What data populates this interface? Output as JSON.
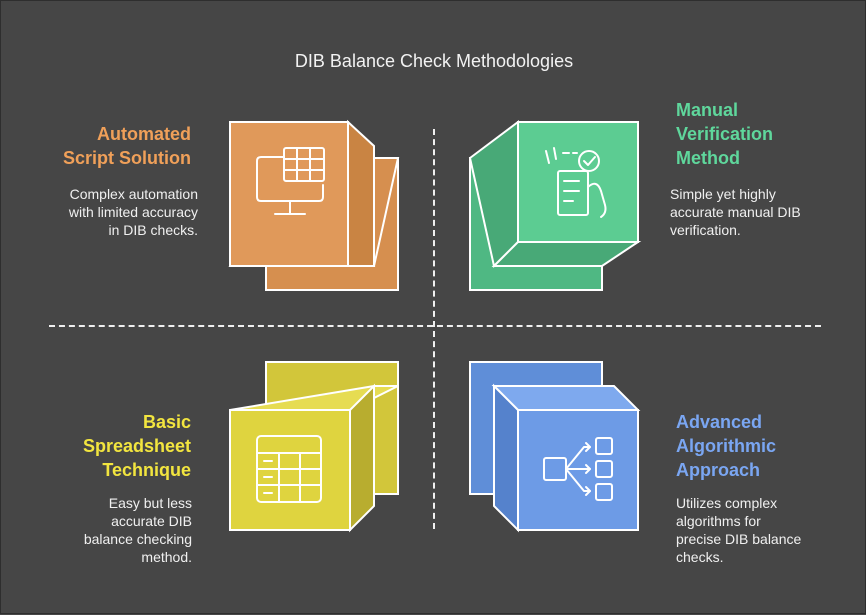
{
  "title": "DIB Balance Check Methodologies",
  "colors": {
    "background": "#464646",
    "orange": "#e0995a",
    "green": "#5ccc92",
    "yellow": "#dfd43f",
    "blue": "#6d9be6"
  },
  "quadrants": {
    "automated": {
      "title_lines": [
        "Automated",
        "Script Solution"
      ],
      "description_lines": [
        "Complex automation",
        "with limited accuracy",
        "in DIB checks."
      ],
      "title_color": "#f0a059",
      "icon": "monitor-table-icon"
    },
    "manual": {
      "title_lines": [
        "Manual",
        "Verification",
        "Method"
      ],
      "description_lines": [
        "Simple yet highly",
        "accurate manual DIB",
        "verification."
      ],
      "title_color": "#5fd79c",
      "icon": "checklist-hand-icon"
    },
    "spreadsheet": {
      "title_lines": [
        "Basic",
        "Spreadsheet",
        "Technique"
      ],
      "description_lines": [
        "Easy but less",
        "accurate DIB",
        "balance checking",
        "method."
      ],
      "title_color": "#f2e53f",
      "icon": "spreadsheet-grid-icon"
    },
    "algorithmic": {
      "title_lines": [
        "Advanced",
        "Algorithmic",
        "Approach"
      ],
      "description_lines": [
        "Utilizes complex",
        "algorithms for",
        "precise DIB balance",
        "checks."
      ],
      "title_color": "#7aa6f2",
      "icon": "flow-branch-icon"
    }
  }
}
